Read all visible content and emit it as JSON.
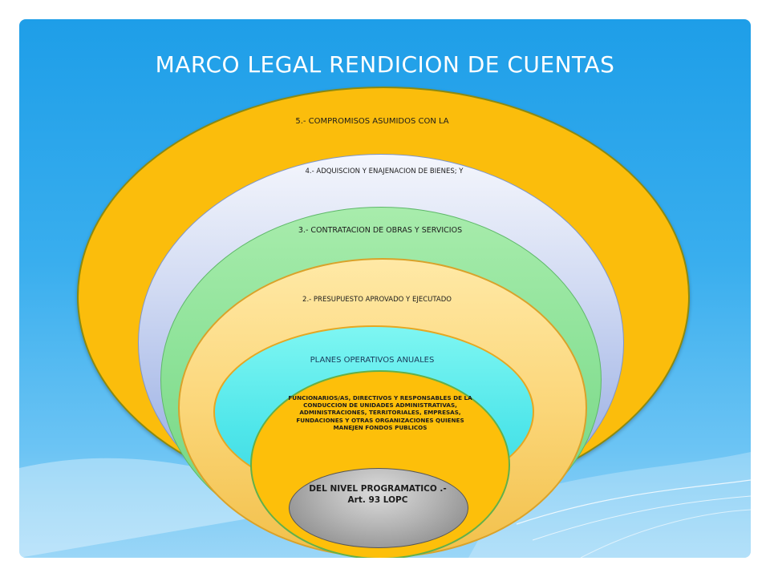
{
  "title": "MARCO LEGAL RENDICION DE CUENTAS",
  "rings": [
    {
      "id": "ring-5",
      "label": "5.- COMPROMISOS  ASUMIDOS CON LA",
      "color": "#fbbd0c"
    },
    {
      "id": "ring-4",
      "label": "4.- ADQUISCION Y ENAJENACION DE BIENES; Y",
      "color": "#b8c7ee"
    },
    {
      "id": "ring-3",
      "label": "3.- CONTRATACION DE OBRAS Y SERVICIOS",
      "color": "#8fe39a"
    },
    {
      "id": "ring-2",
      "label": "2.- PRESUPUESTO APROVADO Y EJECUTADO",
      "color": "#fbd679"
    },
    {
      "id": "ring-1",
      "label": "PLANES OPERATIVOS ANUALES",
      "color": "#4fe6ea"
    },
    {
      "id": "ring-0",
      "label": "FUNCIONARIOS/AS, DIRECTIVOS Y RESPONSABLES DE LA CONDUCCION DE UNIDADES ADMINISTRATIVAS, ADMINISTRACIONES, TERRITORIALES, EMPRESAS, FUNDACIONES  Y OTRAS ORGANIZACIONES QUIENES MANEJEN FONDOS PUBLICOS",
      "color": "#fdbf0a"
    }
  ],
  "core": {
    "label": "DEL NIVEL PROGRAMATICO .- Art. 93 LOPC"
  },
  "colors": {
    "background": "#2aa6ec",
    "title_text": "#ffffff"
  }
}
